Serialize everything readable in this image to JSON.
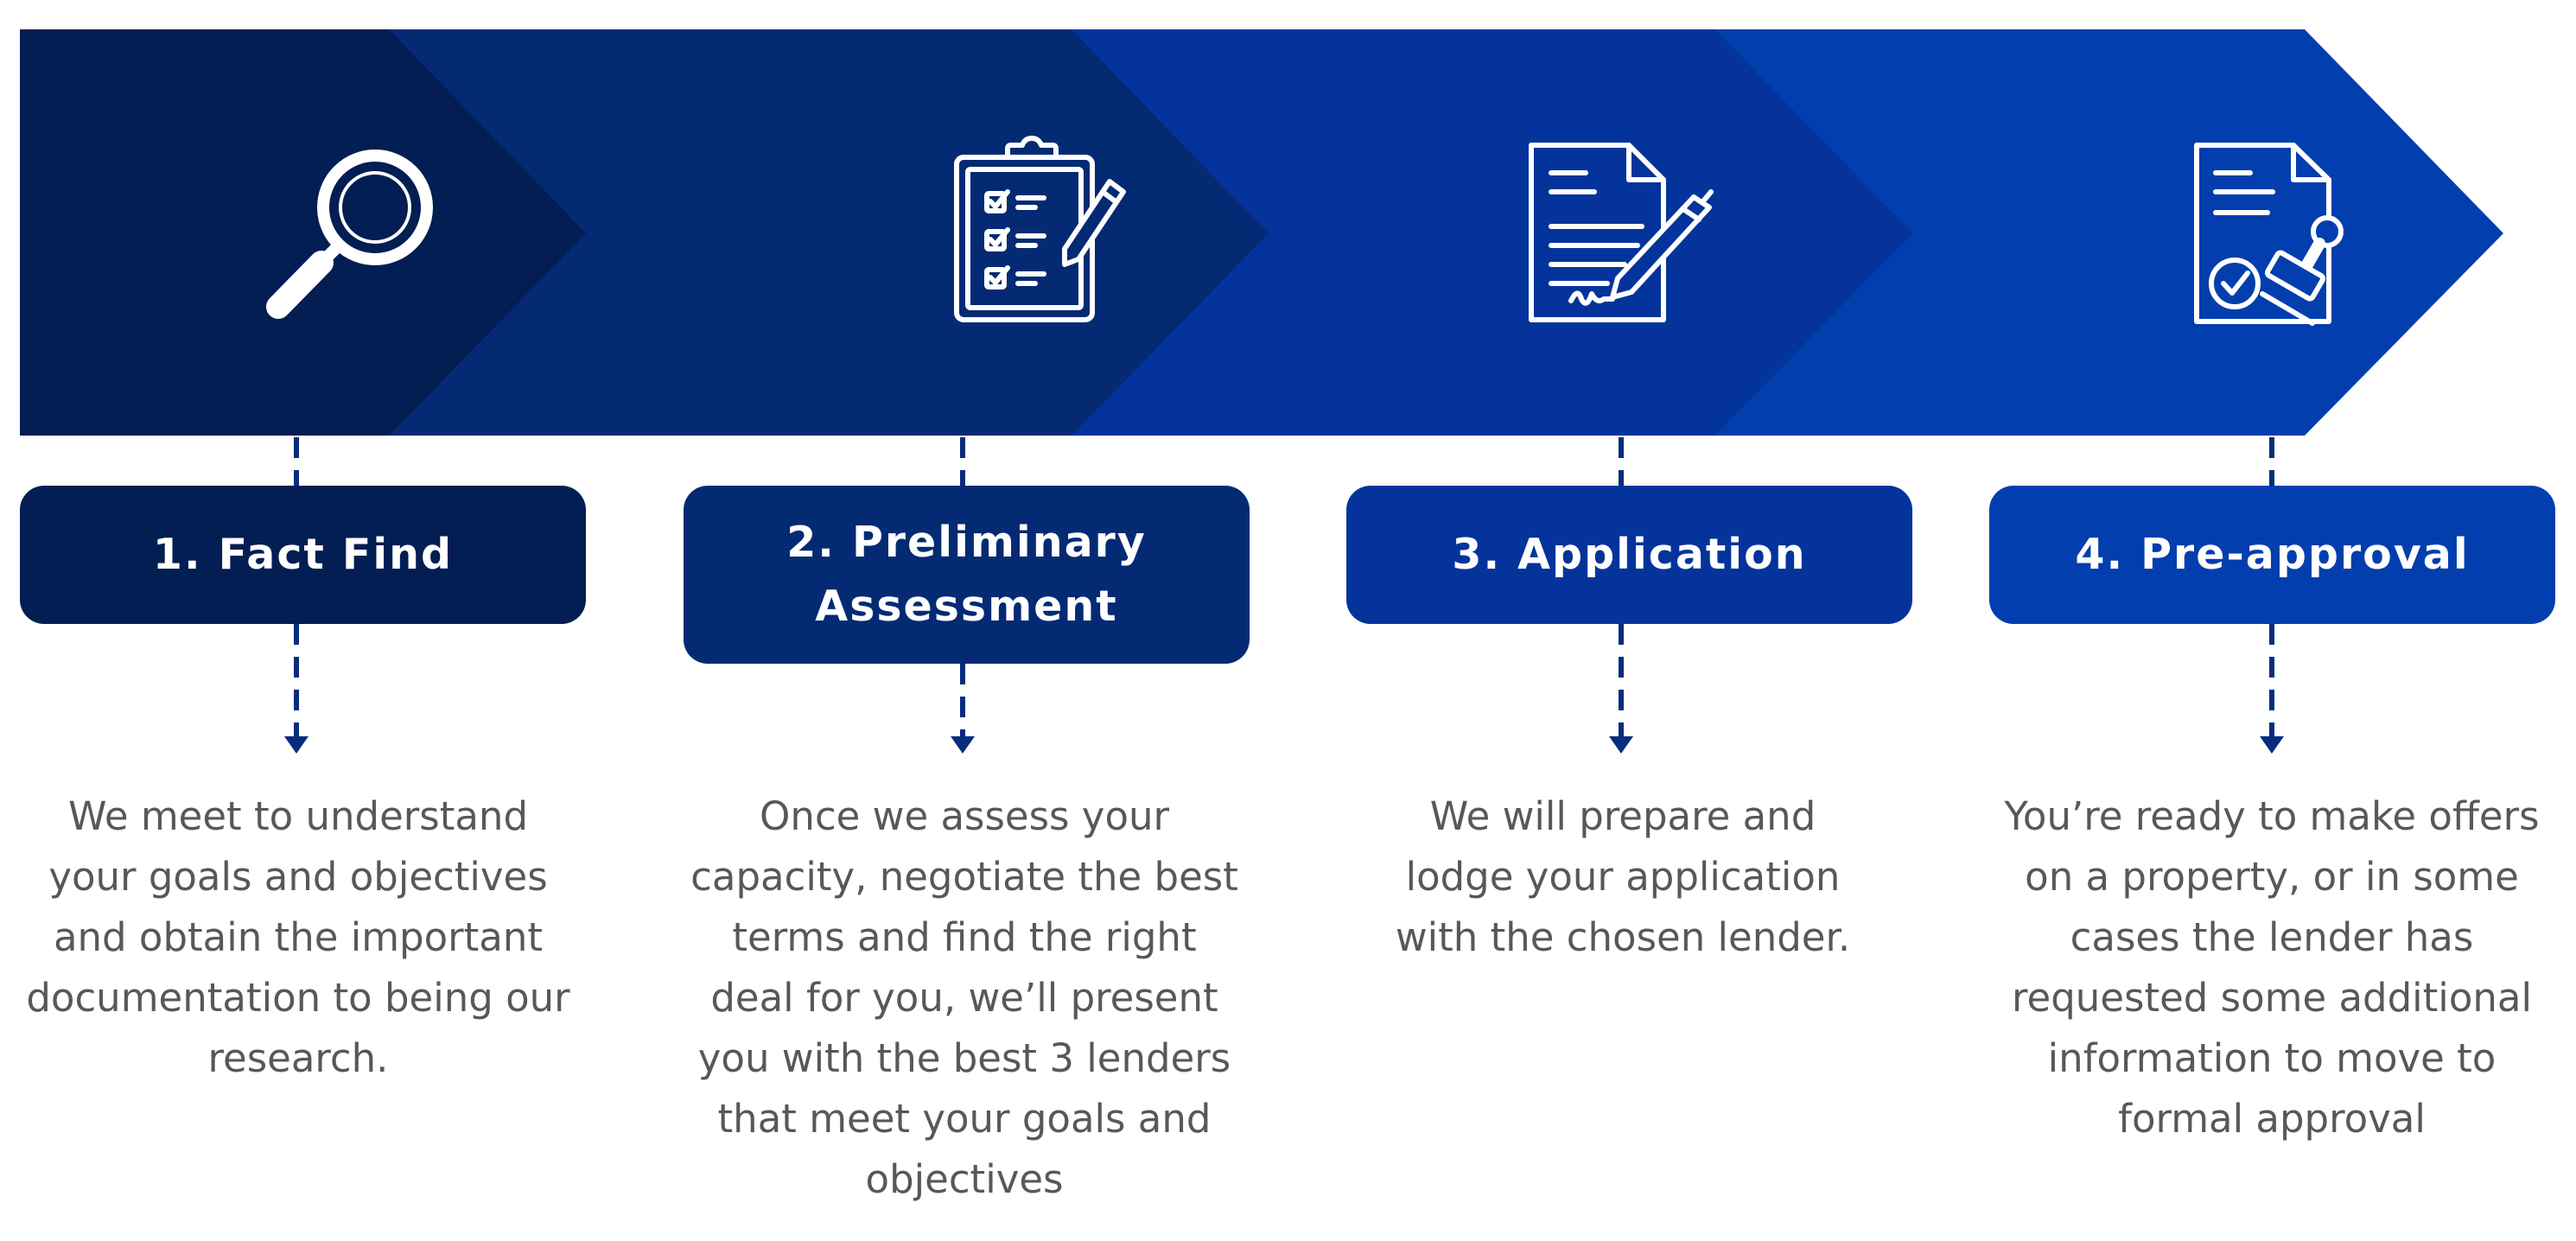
{
  "colors": {
    "step1": "#021e52",
    "step2": "#042a74",
    "step3": "#04349b",
    "step4": "#033eae",
    "connector": "#052d7d",
    "description_text": "#585858",
    "icon": "#ffffff"
  },
  "steps": [
    {
      "label": "1. Fact Find",
      "icon": "magnifying-glass-icon",
      "description": "We meet to understand\nyour goals and objectives\nand obtain the important\ndocumentation to being our\nresearch."
    },
    {
      "label": "2. Preliminary\nAssessment",
      "icon": "clipboard-checklist-icon",
      "description": "Once we assess your\ncapacity, negotiate the best\nterms and find the right\ndeal for you, we’ll present\nyou with the best 3 lenders\nthat meet your goals and\nobjectives"
    },
    {
      "label": "3. Application",
      "icon": "document-signing-icon",
      "description": "We will prepare and\nlodge your application\nwith the chosen lender."
    },
    {
      "label": "4. Pre-approval",
      "icon": "approved-document-stamp-icon",
      "description": "You’re ready to make offers\non a property, or in some\ncases the lender has\nrequested some additional\ninformation to move to\nformal approval"
    }
  ]
}
